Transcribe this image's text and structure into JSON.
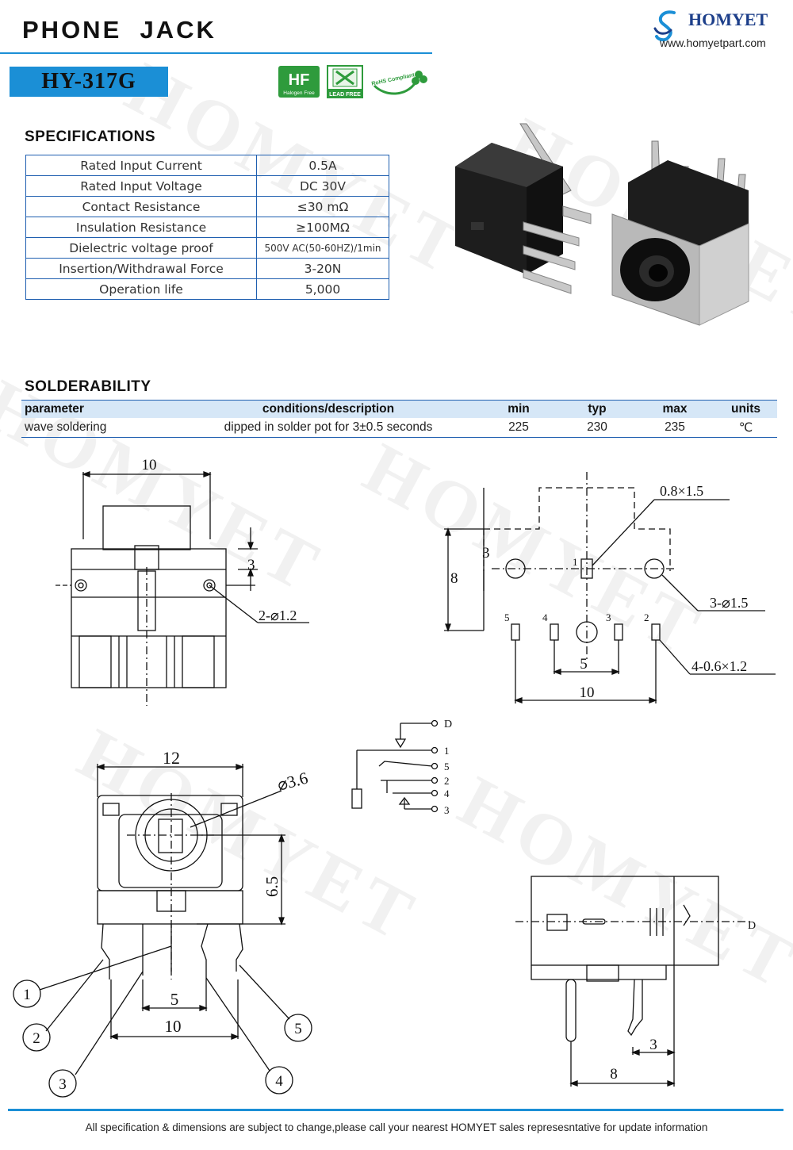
{
  "header": {
    "title": "PHONE  JACK",
    "brand": "HOMYET",
    "website": "www.homyetpart.com",
    "model": "HY-317G",
    "certifications": [
      "Halogen Free",
      "LEAD FREE",
      "RoHS Compliant"
    ]
  },
  "watermark": "HOMYET",
  "specifications": {
    "title": "SPECIFICATIONS",
    "rows": [
      {
        "label": "Rated Input Current",
        "value": "0.5A"
      },
      {
        "label": "Rated Input Voltage",
        "value": "DC  30V"
      },
      {
        "label": "Contact Resistance",
        "value": "≤30  mΩ"
      },
      {
        "label": "Insulation Resistance",
        "value": "≥100MΩ"
      },
      {
        "label": "Dielectric voltage proof",
        "value": "500V AC(50-60HZ)/1min"
      },
      {
        "label": "Insertion/Withdrawal Force",
        "value": "3-20N"
      },
      {
        "label": "Operation life",
        "value": "5,000"
      }
    ]
  },
  "solderability": {
    "title": "SOLDERABILITY",
    "headers": {
      "parameter": "parameter",
      "conditions": "conditions/description",
      "min": "min",
      "typ": "typ",
      "max": "max",
      "units": "units"
    },
    "row": {
      "parameter": "wave soldering",
      "conditions": "dipped in solder pot for 3±0.5 seconds",
      "min": "225",
      "typ": "230",
      "max": "235",
      "units": "℃"
    }
  },
  "drawings": {
    "top_view": {
      "width": "10",
      "height": "3",
      "holes": "2-⌀1.2"
    },
    "pcb_layout": {
      "pad_size": "0.8×1.5",
      "height": "8",
      "offset": "3",
      "pin_spacing": "5",
      "span": "10",
      "holes": "3-⌀1.5",
      "slots": "4-0.6×1.2",
      "pins": [
        "1",
        "5",
        "4",
        "3",
        "2"
      ]
    },
    "schematic": {
      "terminals": [
        "D",
        "1",
        "5",
        "2",
        "4",
        "3"
      ]
    },
    "front_view": {
      "width": "12",
      "bore": "⌀3.6",
      "center_height": "6.5",
      "pin_spacing": "5",
      "span": "10",
      "callouts": [
        "1",
        "2",
        "3",
        "4",
        "5"
      ]
    },
    "side_view": {
      "terminal": "D",
      "offset": "3",
      "depth": "8"
    }
  },
  "footer": {
    "text": "All specification & dimensions are subject to change,please call your nearest HOMYET sales represesntative for update information"
  },
  "colors": {
    "accent": "#1b8fd6",
    "table_border": "#1f5fb0",
    "header_fill": "#d6e7f7"
  }
}
